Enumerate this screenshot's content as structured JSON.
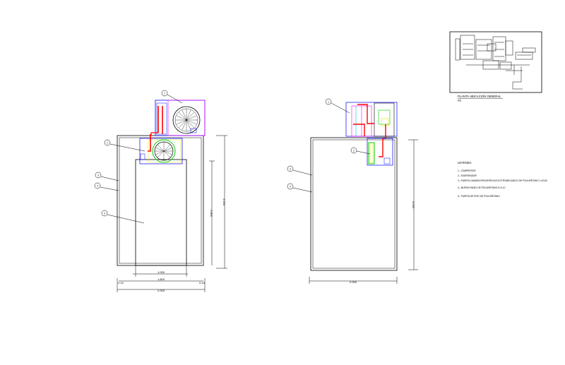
{
  "callouts": {
    "n1": "1",
    "n2": "2",
    "n3": "3",
    "n4": "4",
    "n5": "5"
  },
  "location_plan": {
    "title": "PLANTA UBICACION GENERAL",
    "scale": "S/E"
  },
  "legend": {
    "title": "LEYENDA",
    "items": [
      "1.- COMPRESOR",
      "2.- EVAPORADOR",
      "3.- PUERTA CAMARA FRIGORIFICA ELECTROMECANICO DE POLIURETANO 1 HOJA",
      "4.- MUROS PANEL DE POLIURETANO E=0.10",
      "5.- PUERTA DE PISO DE POLIURETANO"
    ]
  },
  "dimensions": {
    "left_door_width": "1.000",
    "left_inner_width": "1.800",
    "left_side_a": "0.10",
    "left_side_b": "0.10",
    "left_total": "2.000",
    "left_height_inner": "2.800",
    "left_height_outer": "3.000",
    "right_total": "2.000",
    "right_height": "3.000"
  },
  "colors": {
    "line": "#000000",
    "pipe_red": "#ff0000",
    "magenta": "#ff00ff",
    "blue": "#0000ff",
    "cyan": "#00c0ff",
    "green": "#00cc00",
    "yellow": "#e0e000"
  }
}
